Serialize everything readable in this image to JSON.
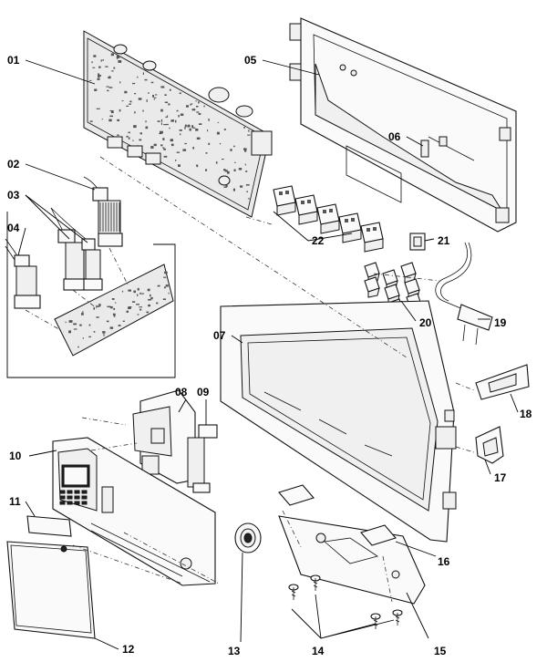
{
  "labels": {
    "p01": "01",
    "p02": "02",
    "p03": "03",
    "p04": "04",
    "p05": "05",
    "p06": "06",
    "p07": "07",
    "p08": "08",
    "p09": "09",
    "p10": "10",
    "p11": "11",
    "p12": "12",
    "p13": "13",
    "p14": "14",
    "p15": "15",
    "p16": "16",
    "p17": "17",
    "p18": "18",
    "p19": "19",
    "p20": "20",
    "p21": "21",
    "p22": "22"
  }
}
